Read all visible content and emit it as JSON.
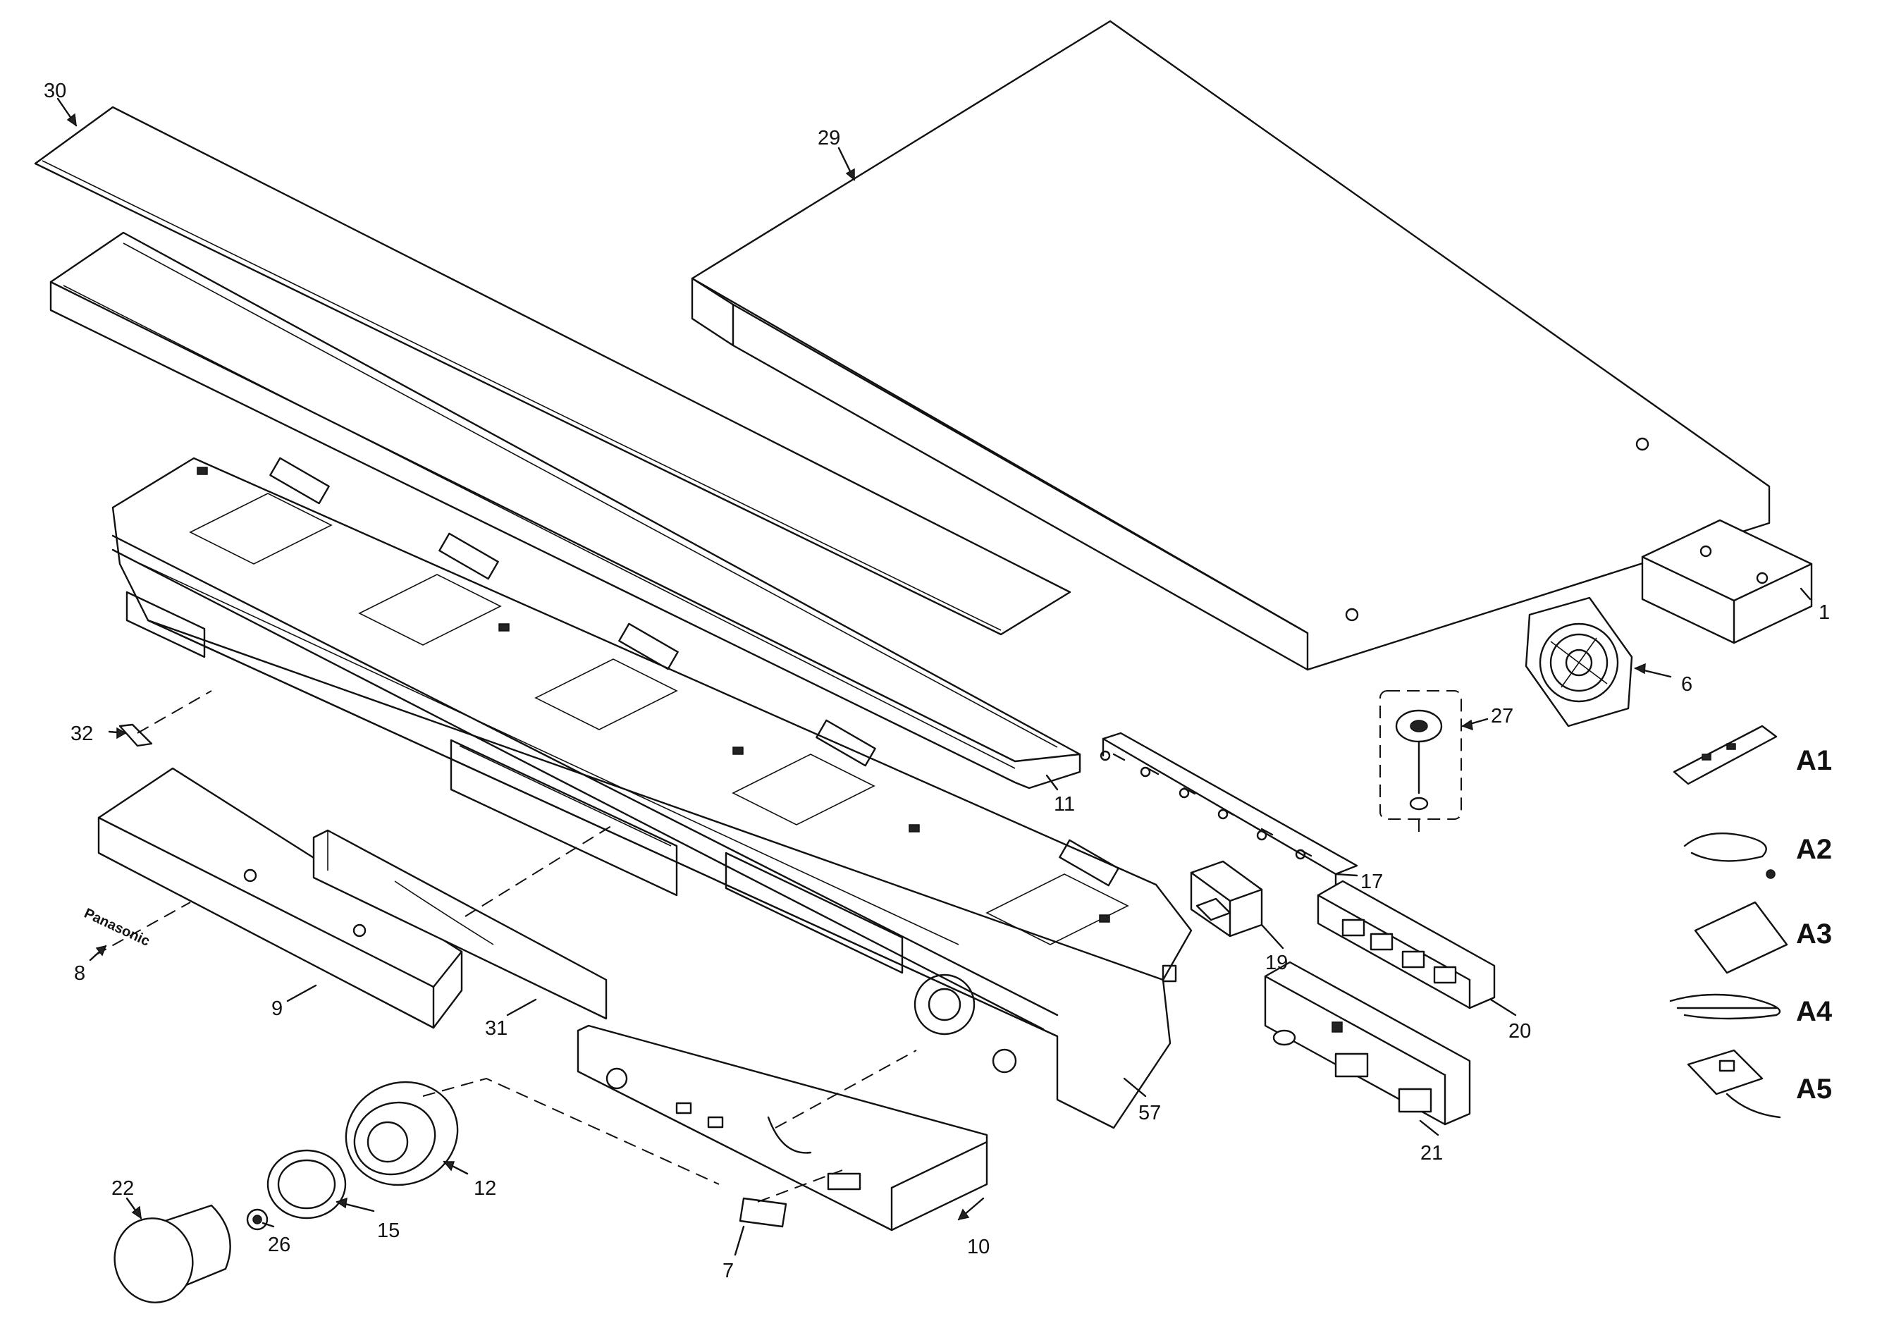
{
  "diagram": {
    "brand_label": "Panasonic",
    "callouts": {
      "c1": "1",
      "c6": "6",
      "c7": "7",
      "c8": "8",
      "c9": "9",
      "c10": "10",
      "c11": "11",
      "c12": "12",
      "c15": "15",
      "c17": "17",
      "c19": "19",
      "c20": "20",
      "c21": "21",
      "c22": "22",
      "c26": "26",
      "c27": "27",
      "c29": "29",
      "c30": "30",
      "c31": "31",
      "c32": "32",
      "c57": "57"
    },
    "accessories": {
      "a1": "A1",
      "a2": "A2",
      "a3": "A3",
      "a4": "A4",
      "a5": "A5"
    }
  }
}
